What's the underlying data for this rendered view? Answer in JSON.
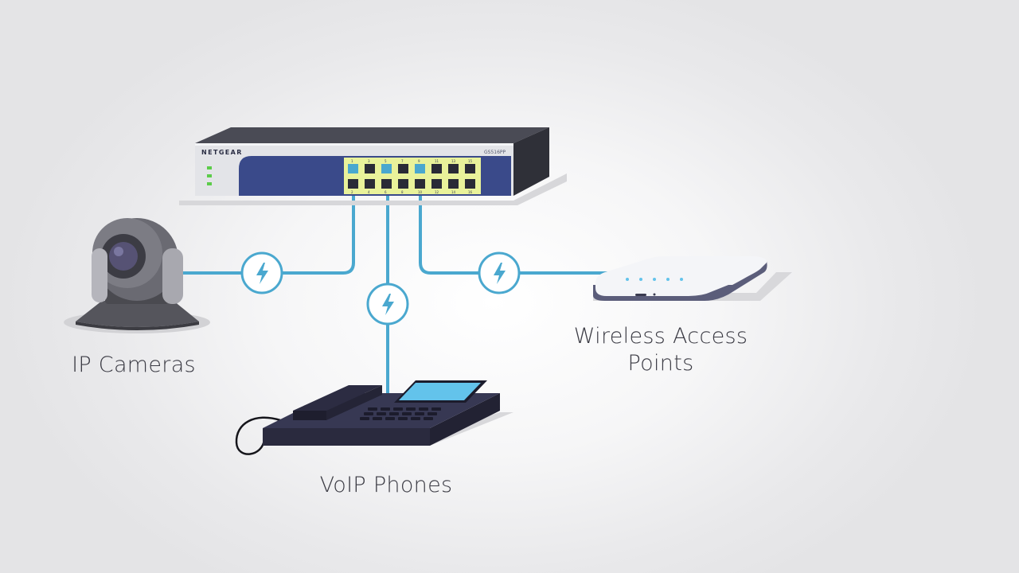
{
  "switch": {
    "brand": "NETGEAR",
    "model": "GS516PP",
    "port_numbers_top": [
      "1",
      "3",
      "5",
      "7",
      "9",
      "11",
      "13",
      "15"
    ],
    "port_numbers_bottom": [
      "2",
      "4",
      "6",
      "8",
      "10",
      "12",
      "14",
      "16"
    ]
  },
  "devices": {
    "cameras_label": "IP Cameras",
    "phones_label": "VoIP Phones",
    "ap_label_line1": "Wireless Access",
    "ap_label_line2": "Points"
  },
  "colors": {
    "cable": "#4aa8cf",
    "switch_panel": "#3a4a8a",
    "port_highlight": "#e9f29a",
    "led": "#5ccc4a",
    "phone_screen": "#63c3eb",
    "poe_icon": "#4aa8cf"
  },
  "icons": [
    "poe-lightning-icon"
  ]
}
